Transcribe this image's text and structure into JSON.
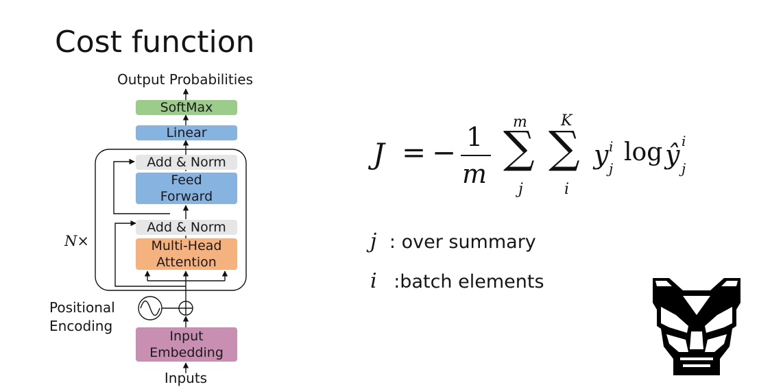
{
  "slide": {
    "title": "Cost function"
  },
  "diagram": {
    "output_label": "Output Probabilities",
    "softmax": "SoftMax",
    "linear": "Linear",
    "add_norm_top": "Add & Norm",
    "feed_forward": [
      "Feed",
      "Forward"
    ],
    "add_norm_bottom": "Add & Norm",
    "attention": [
      "Multi-Head",
      "Attention"
    ],
    "repeat_label": "N×",
    "positional_encoding": [
      "Positional",
      "Encoding"
    ],
    "input_embedding": [
      "Input",
      "Embedding"
    ],
    "inputs_label": "Inputs",
    "colors": {
      "softmax": "#9ccc8a",
      "linear": "#86b3e0",
      "add_norm": "#e6e6e6",
      "feed_forward": "#86b3e0",
      "attention": "#f6b27e",
      "embedding": "#c98fb2"
    }
  },
  "equation": {
    "lhs": "J",
    "equals": "=",
    "minus": "−",
    "numerator": "1",
    "denominator": "m",
    "sum1_upper": "m",
    "sum1_lower": "j",
    "sum2_upper": "K",
    "sum2_lower": "i",
    "sigma": "∑",
    "y": "y",
    "y_sup": "i",
    "y_sub": "j",
    "log": "log",
    "yhat": "ŷ",
    "yhat_sup": "i",
    "yhat_sub": "j"
  },
  "legend": [
    {
      "var": "j",
      "text": ": over summary"
    },
    {
      "var": "i",
      "text": ":batch elements"
    }
  ],
  "logo": {
    "icon": "autobot-logo-icon"
  }
}
